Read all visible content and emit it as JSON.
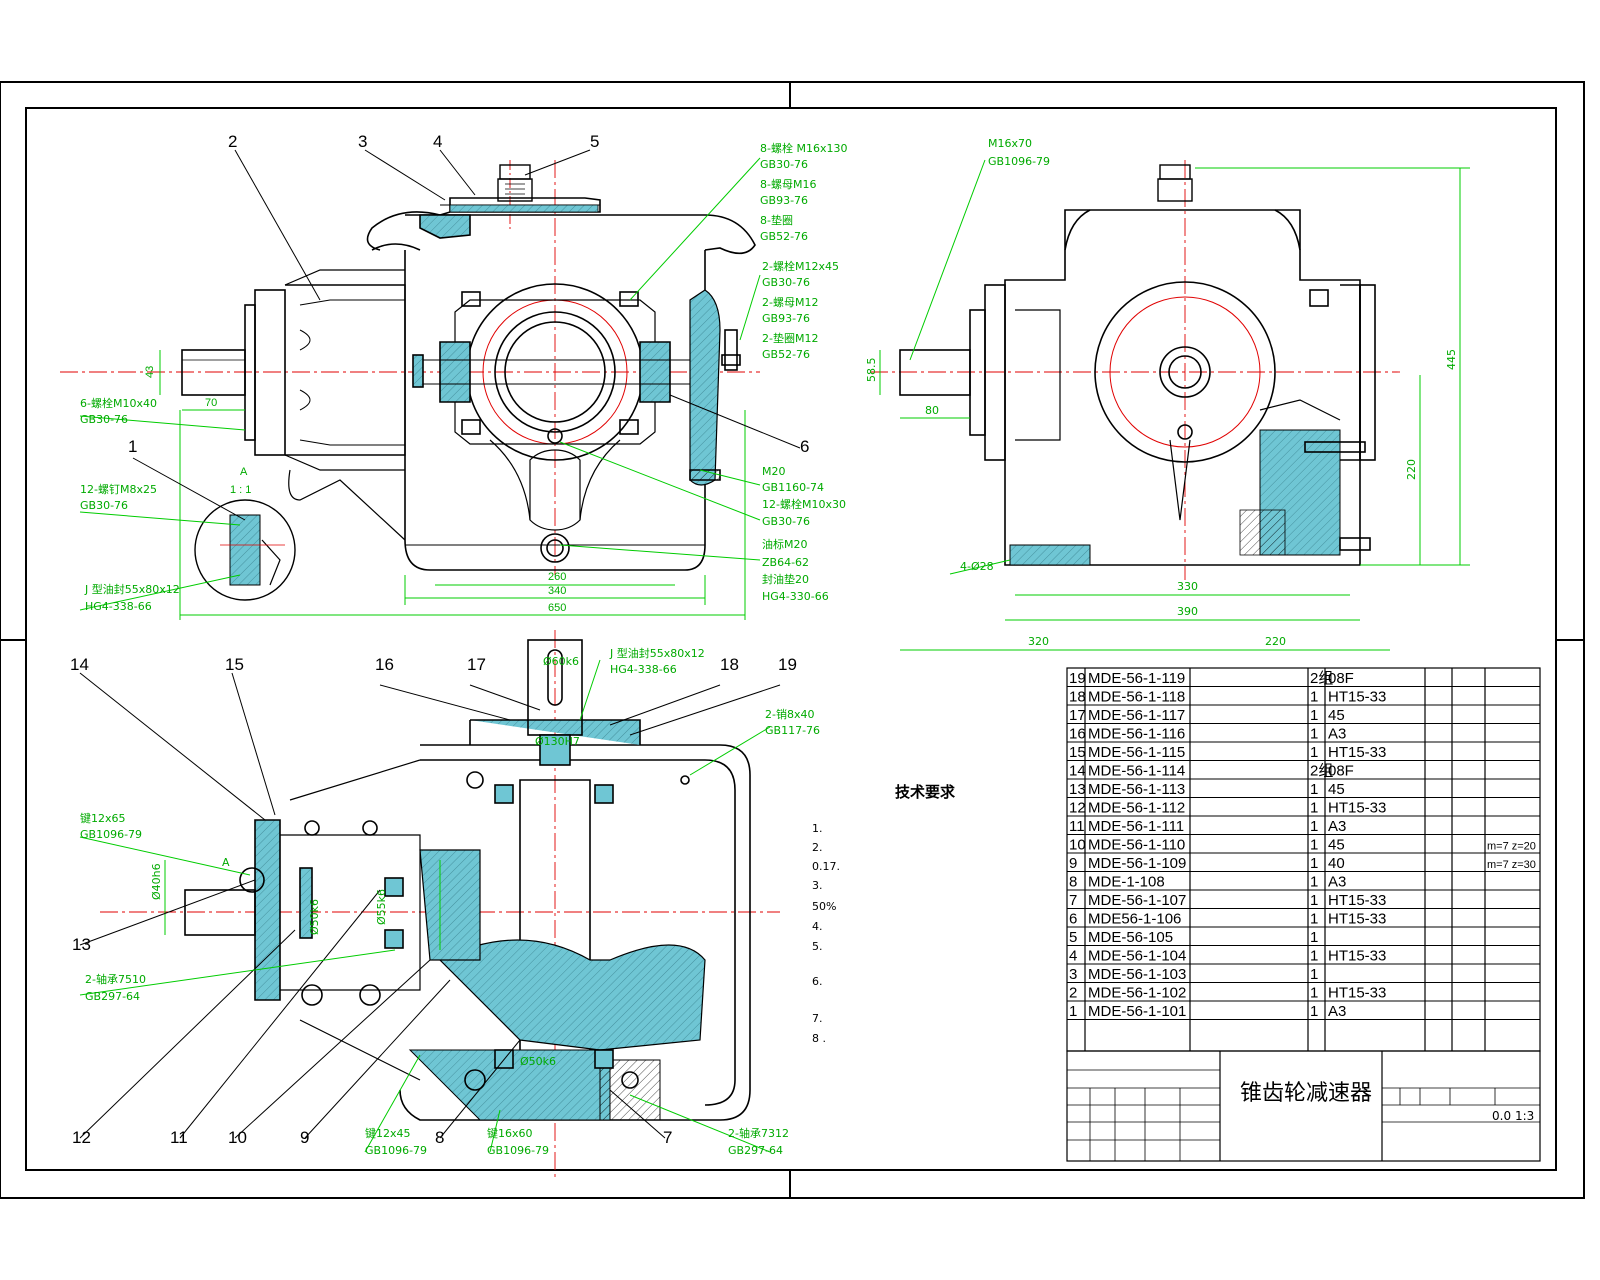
{
  "colors": {
    "outline": "#000000",
    "centerline": "#e00000",
    "dimension": "#00cc00",
    "section_fill": "#6fc6d4",
    "hatch": "#000000",
    "background": "#ffffff"
  },
  "title_block": {
    "title": "锥齿轮减速器",
    "scale_value": "1:3",
    "weight_value": "0.0"
  },
  "parts": [
    {
      "no": "19",
      "code": "MDE-56-1-119",
      "qty": "2组",
      "material": "08F",
      "note": ""
    },
    {
      "no": "18",
      "code": "MDE-56-1-118",
      "qty": "1",
      "material": "HT15-33",
      "note": ""
    },
    {
      "no": "17",
      "code": "MDE-56-1-117",
      "qty": "1",
      "material": "45",
      "note": ""
    },
    {
      "no": "16",
      "code": "MDE-56-1-116",
      "qty": "1",
      "material": "A3",
      "note": ""
    },
    {
      "no": "15",
      "code": "MDE-56-1-115",
      "qty": "1",
      "material": "HT15-33",
      "note": ""
    },
    {
      "no": "14",
      "code": "MDE-56-1-114",
      "qty": "2组",
      "material": "08F",
      "note": ""
    },
    {
      "no": "13",
      "code": "MDE-56-1-113",
      "qty": "1",
      "material": "45",
      "note": ""
    },
    {
      "no": "12",
      "code": "MDE-56-1-112",
      "qty": "1",
      "material": "HT15-33",
      "note": ""
    },
    {
      "no": "11",
      "code": "MDE-56-1-111",
      "qty": "1",
      "material": "A3",
      "note": ""
    },
    {
      "no": "10",
      "code": "MDE-56-1-110",
      "qty": "1",
      "material": "45",
      "note": "m=7 z=20"
    },
    {
      "no": "9",
      "code": "MDE-56-1-109",
      "qty": "1",
      "material": "40",
      "note": "m=7 z=30"
    },
    {
      "no": "8",
      "code": "MDE-1-108",
      "qty": "1",
      "material": "A3",
      "note": ""
    },
    {
      "no": "7",
      "code": "MDE-56-1-107",
      "qty": "1",
      "material": "HT15-33",
      "note": ""
    },
    {
      "no": "6",
      "code": "MDE56-1-106",
      "qty": "1",
      "material": "HT15-33",
      "note": ""
    },
    {
      "no": "5",
      "code": "MDE-56-105",
      "qty": "1",
      "material": "",
      "note": ""
    },
    {
      "no": "4",
      "code": "MDE-56-1-104",
      "qty": "1",
      "material": "HT15-33",
      "note": ""
    },
    {
      "no": "3",
      "code": "MDE-56-1-103",
      "qty": "1",
      "material": "",
      "note": ""
    },
    {
      "no": "2",
      "code": "MDE-56-1-102",
      "qty": "1",
      "material": "HT15-33",
      "note": ""
    },
    {
      "no": "1",
      "code": "MDE-56-1-101",
      "qty": "1",
      "material": "A3",
      "note": ""
    }
  ],
  "tech_req": {
    "title": "技术要求",
    "lines": [
      "1.",
      "2.",
      "0.17.",
      "3.",
      "50%",
      "4.",
      "5.",
      "6.",
      "7.",
      "8 ."
    ]
  },
  "front_view": {
    "balloons": [
      "1",
      "2",
      "3",
      "4",
      "5",
      "6"
    ],
    "callouts": [
      "8-螺栓 M16x130",
      "GB30-76",
      "8-螺母M16",
      "GB93-76",
      "8-垫圈",
      "GB52-76",
      "2-螺栓M12x45",
      "GB30-76",
      "2-螺母M12",
      "GB93-76",
      "2-垫圈M12",
      "GB52-76",
      "6-螺栓M10x40",
      "GB30-76",
      "12-螺钉M8x25",
      "GB30-76",
      "J 型油封55x80x12",
      "HG4-338-66",
      "M20",
      "GB1160-74",
      "12-螺栓M10x30",
      "GB30-76",
      "油标M20",
      "ZB64-62",
      "封油垫20",
      "HG4-330-66"
    ],
    "detail_label": "A",
    "detail_scale": "1 : 1",
    "dims": [
      "43",
      "70",
      "260",
      "340",
      "650"
    ]
  },
  "side_view": {
    "callouts": [
      "M16x70",
      "GB1096-79",
      "4-Ø28"
    ],
    "dims": [
      "58.5",
      "80",
      "445",
      "220",
      "330",
      "390",
      "320",
      "220"
    ]
  },
  "plan_view": {
    "balloons": [
      "7",
      "8",
      "9",
      "10",
      "11",
      "12",
      "13",
      "14",
      "15",
      "16",
      "17",
      "18",
      "19"
    ],
    "callouts": [
      "J 型油封55x80x12",
      "HG4-338-66",
      "2-销8x40",
      "GB117-76",
      "键12x65",
      "GB1096-79",
      "2-轴承7510",
      "GB297-64",
      "键12x45",
      "GB1096-79",
      "键16x60",
      "GB1096-79",
      "2-轴承7312",
      "GB297-64"
    ],
    "dims": [
      "Ø40h6",
      "Ø55k6",
      "Ø50k6",
      "Ø130H7",
      "Ø60k6",
      "Ø50k6"
    ],
    "section_label": "A"
  }
}
